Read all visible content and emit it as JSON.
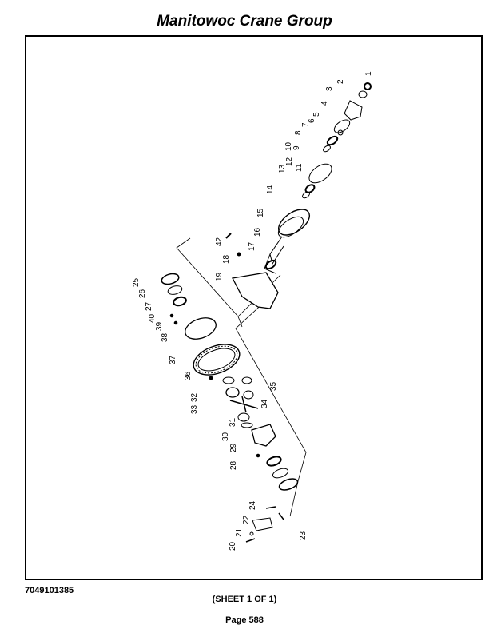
{
  "header": {
    "title": "Manitowoc Crane Group"
  },
  "footer": {
    "part_number": "7049101385",
    "sheet": "(SHEET 1 OF 1)",
    "page": "Page 588"
  },
  "diagram": {
    "callouts": [
      "1",
      "2",
      "3",
      "4",
      "5",
      "6",
      "7",
      "8",
      "9",
      "10",
      "11",
      "12",
      "13",
      "14",
      "15",
      "16",
      "17",
      "18",
      "19",
      "20",
      "21",
      "22",
      "23",
      "24",
      "25",
      "26",
      "27",
      "28",
      "29",
      "30",
      "31",
      "32",
      "33",
      "34",
      "35",
      "36",
      "37",
      "38",
      "39",
      "40",
      "42"
    ]
  }
}
